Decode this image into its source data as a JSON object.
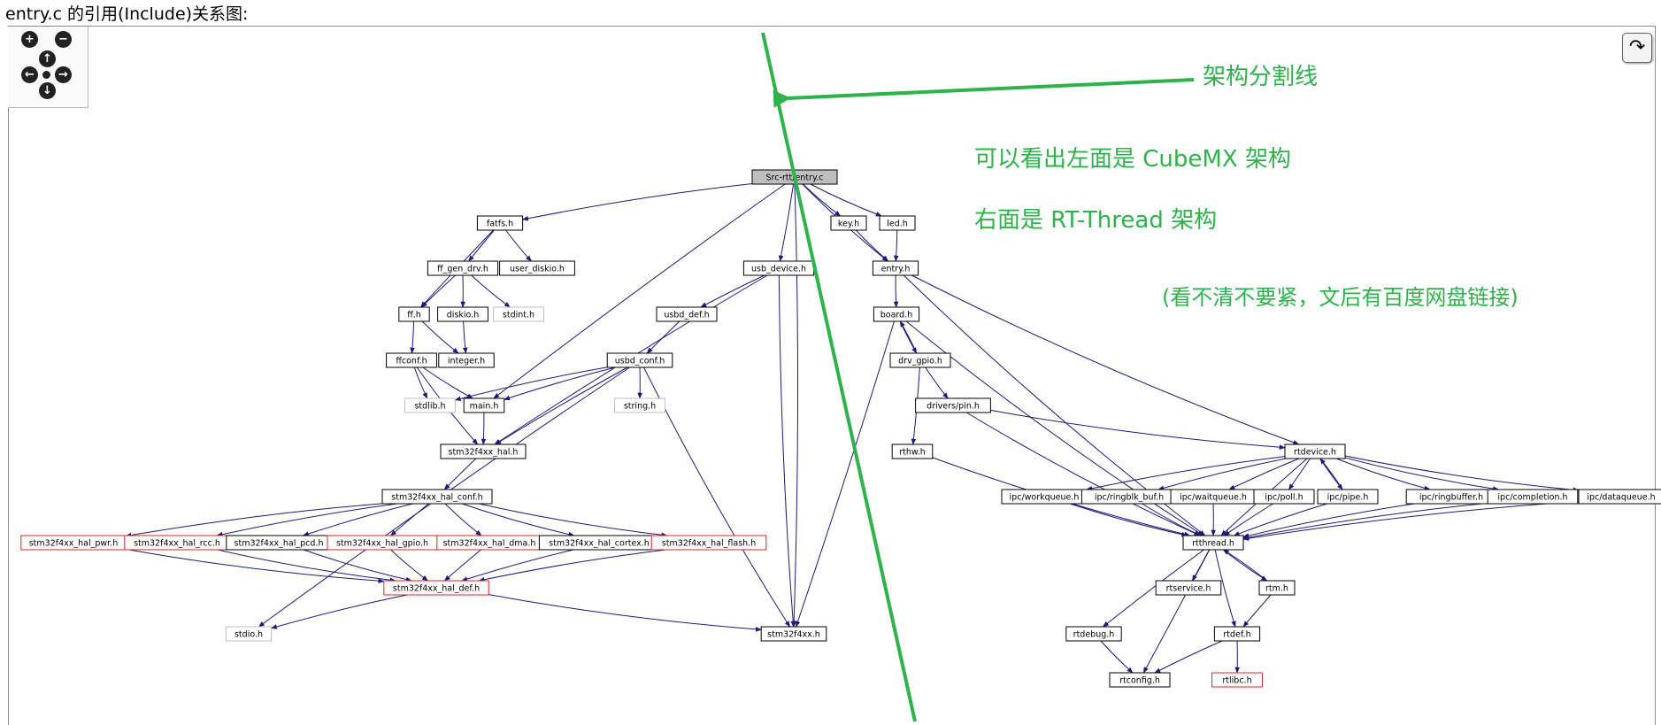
{
  "heading": "entry.c 的引用(Include)关系图:",
  "controls": {
    "zoom_in": "+",
    "zoom_out": "−",
    "pan_up": "↑",
    "pan_left": "←",
    "pan_right": "→",
    "pan_down": "↓",
    "expand": "↷"
  },
  "annotations": {
    "divider_label": "架构分割线",
    "left_note": "可以看出左面是 CubeMX 架构",
    "right_note": "右面是 RT-Thread 架构",
    "link_note": "(看不清不要紧，文后有百度网盘链接)"
  },
  "colors": {
    "edge": "#1c1a7a",
    "annotation": "#2db34a",
    "node_border": "#000000",
    "missing_node_border": "#bfbfbf",
    "highlight_node_border": "#e02020",
    "root_fill": "#bfbfbf"
  },
  "nodes": [
    {
      "id": "entry_c",
      "label": "Src-rtt/entry.c",
      "style": "root"
    },
    {
      "id": "fatfs",
      "label": "fatfs.h",
      "style": "normal"
    },
    {
      "id": "key",
      "label": "key.h",
      "style": "normal"
    },
    {
      "id": "led",
      "label": "led.h",
      "style": "normal"
    },
    {
      "id": "ff_gen_drv",
      "label": "ff_gen_drv.h",
      "style": "normal"
    },
    {
      "id": "user_diskio",
      "label": "user_diskio.h",
      "style": "normal"
    },
    {
      "id": "usb_device",
      "label": "usb_device.h",
      "style": "normal"
    },
    {
      "id": "entry_h",
      "label": "entry.h",
      "style": "normal"
    },
    {
      "id": "ff",
      "label": "ff.h",
      "style": "normal"
    },
    {
      "id": "diskio",
      "label": "diskio.h",
      "style": "normal"
    },
    {
      "id": "stdint",
      "label": "stdint.h",
      "style": "missing"
    },
    {
      "id": "usbd_def",
      "label": "usbd_def.h",
      "style": "normal"
    },
    {
      "id": "board",
      "label": "board.h",
      "style": "normal"
    },
    {
      "id": "ffconf",
      "label": "ffconf.h",
      "style": "normal"
    },
    {
      "id": "integer",
      "label": "integer.h",
      "style": "normal"
    },
    {
      "id": "usbd_conf",
      "label": "usbd_conf.h",
      "style": "normal"
    },
    {
      "id": "drv_gpio",
      "label": "drv_gpio.h",
      "style": "normal"
    },
    {
      "id": "stdlib",
      "label": "stdlib.h",
      "style": "missing"
    },
    {
      "id": "main",
      "label": "main.h",
      "style": "normal"
    },
    {
      "id": "string",
      "label": "string.h",
      "style": "missing"
    },
    {
      "id": "drivers_pin",
      "label": "drivers/pin.h",
      "style": "normal"
    },
    {
      "id": "hal",
      "label": "stm32f4xx_hal.h",
      "style": "normal"
    },
    {
      "id": "rthw",
      "label": "rthw.h",
      "style": "normal"
    },
    {
      "id": "rtdevice",
      "label": "rtdevice.h",
      "style": "normal"
    },
    {
      "id": "hal_conf",
      "label": "stm32f4xx_hal_conf.h",
      "style": "normal"
    },
    {
      "id": "ipc_workqueue",
      "label": "ipc/workqueue.h",
      "style": "normal"
    },
    {
      "id": "ipc_ringblk",
      "label": "ipc/ringblk_buf.h",
      "style": "normal"
    },
    {
      "id": "ipc_waitqueue",
      "label": "ipc/waitqueue.h",
      "style": "normal"
    },
    {
      "id": "ipc_poll",
      "label": "ipc/poll.h",
      "style": "normal"
    },
    {
      "id": "ipc_pipe",
      "label": "ipc/pipe.h",
      "style": "normal"
    },
    {
      "id": "ipc_ringbuffer",
      "label": "ipc/ringbuffer.h",
      "style": "normal"
    },
    {
      "id": "ipc_completion",
      "label": "ipc/completion.h",
      "style": "normal"
    },
    {
      "id": "ipc_dataqueue",
      "label": "ipc/dataqueue.h",
      "style": "normal"
    },
    {
      "id": "hal_pwr",
      "label": "stm32f4xx_hal_pwr.h",
      "style": "highlight"
    },
    {
      "id": "hal_rcc",
      "label": "stm32f4xx_hal_rcc.h",
      "style": "highlight"
    },
    {
      "id": "hal_pcd",
      "label": "stm32f4xx_hal_pcd.h",
      "style": "normal"
    },
    {
      "id": "hal_gpio",
      "label": "stm32f4xx_hal_gpio.h",
      "style": "highlight"
    },
    {
      "id": "hal_dma",
      "label": "stm32f4xx_hal_dma.h",
      "style": "highlight"
    },
    {
      "id": "hal_cortex",
      "label": "stm32f4xx_hal_cortex.h",
      "style": "normal"
    },
    {
      "id": "hal_flash",
      "label": "stm32f4xx_hal_flash.h",
      "style": "highlight"
    },
    {
      "id": "rtthread",
      "label": "rtthread.h",
      "style": "normal"
    },
    {
      "id": "hal_def",
      "label": "stm32f4xx_hal_def.h",
      "style": "highlight"
    },
    {
      "id": "rtservice",
      "label": "rtservice.h",
      "style": "normal"
    },
    {
      "id": "rtm",
      "label": "rtm.h",
      "style": "normal"
    },
    {
      "id": "stdio",
      "label": "stdio.h",
      "style": "missing"
    },
    {
      "id": "stm32f4xx",
      "label": "stm32f4xx.h",
      "style": "normal"
    },
    {
      "id": "rtdebug",
      "label": "rtdebug.h",
      "style": "normal"
    },
    {
      "id": "rtdef",
      "label": "rtdef.h",
      "style": "normal"
    },
    {
      "id": "rtconfig",
      "label": "rtconfig.h",
      "style": "normal"
    },
    {
      "id": "rtlibc",
      "label": "rtlibc.h",
      "style": "highlight"
    }
  ],
  "edges": [
    [
      "entry_c",
      "fatfs"
    ],
    [
      "entry_c",
      "key"
    ],
    [
      "entry_c",
      "led"
    ],
    [
      "entry_c",
      "usb_device"
    ],
    [
      "entry_c",
      "entry_h"
    ],
    [
      "entry_c",
      "main"
    ],
    [
      "entry_c",
      "stm32f4xx"
    ],
    [
      "fatfs",
      "ff_gen_drv"
    ],
    [
      "fatfs",
      "user_diskio"
    ],
    [
      "fatfs",
      "ff"
    ],
    [
      "ff_gen_drv",
      "ff"
    ],
    [
      "ff_gen_drv",
      "diskio"
    ],
    [
      "ff_gen_drv",
      "stdint"
    ],
    [
      "ff",
      "ffconf"
    ],
    [
      "ff",
      "integer"
    ],
    [
      "diskio",
      "integer"
    ],
    [
      "ffconf",
      "stdlib"
    ],
    [
      "ffconf",
      "main"
    ],
    [
      "ffconf",
      "hal"
    ],
    [
      "usb_device",
      "usbd_def"
    ],
    [
      "usb_device",
      "hal"
    ],
    [
      "usb_device",
      "stm32f4xx"
    ],
    [
      "usbd_def",
      "usbd_conf"
    ],
    [
      "usbd_conf",
      "stdlib"
    ],
    [
      "usbd_conf",
      "main"
    ],
    [
      "usbd_conf",
      "string"
    ],
    [
      "usbd_conf",
      "hal"
    ],
    [
      "usbd_conf",
      "stm32f4xx"
    ],
    [
      "usbd_conf",
      "stdio"
    ],
    [
      "main",
      "hal"
    ],
    [
      "hal",
      "hal_conf"
    ],
    [
      "hal_conf",
      "hal_pwr"
    ],
    [
      "hal_conf",
      "hal_rcc"
    ],
    [
      "hal_conf",
      "hal_pcd"
    ],
    [
      "hal_conf",
      "hal_gpio"
    ],
    [
      "hal_conf",
      "hal_dma"
    ],
    [
      "hal_conf",
      "hal_cortex"
    ],
    [
      "hal_conf",
      "hal_flash"
    ],
    [
      "hal_pwr",
      "hal_def"
    ],
    [
      "hal_rcc",
      "hal_def"
    ],
    [
      "hal_pcd",
      "hal_def"
    ],
    [
      "hal_gpio",
      "hal_def"
    ],
    [
      "hal_dma",
      "hal_def"
    ],
    [
      "hal_cortex",
      "hal_def"
    ],
    [
      "hal_flash",
      "hal_def"
    ],
    [
      "hal_def",
      "stdio"
    ],
    [
      "hal_def",
      "stm32f4xx"
    ],
    [
      "key",
      "entry_h"
    ],
    [
      "led",
      "entry_h"
    ],
    [
      "entry_h",
      "board"
    ],
    [
      "entry_h",
      "rtdevice"
    ],
    [
      "entry_h",
      "rtthread"
    ],
    [
      "board",
      "drv_gpio"
    ],
    [
      "board",
      "rtthread"
    ],
    [
      "board",
      "stm32f4xx"
    ],
    [
      "drv_gpio",
      "board"
    ],
    [
      "drv_gpio",
      "drivers_pin"
    ],
    [
      "drv_gpio",
      "rthw"
    ],
    [
      "drivers_pin",
      "rtdevice"
    ],
    [
      "drivers_pin",
      "rtthread"
    ],
    [
      "rthw",
      "rtthread"
    ],
    [
      "rtdevice",
      "ipc_workqueue"
    ],
    [
      "rtdevice",
      "ipc_ringblk"
    ],
    [
      "rtdevice",
      "ipc_waitqueue"
    ],
    [
      "rtdevice",
      "ipc_poll"
    ],
    [
      "rtdevice",
      "ipc_pipe"
    ],
    [
      "rtdevice",
      "ipc_ringbuffer"
    ],
    [
      "rtdevice",
      "ipc_completion"
    ],
    [
      "rtdevice",
      "ipc_dataqueue"
    ],
    [
      "rtdevice",
      "rtthread"
    ],
    [
      "ipc_pipe",
      "rtdevice"
    ],
    [
      "ipc_workqueue",
      "rtthread"
    ],
    [
      "ipc_ringblk",
      "rtthread"
    ],
    [
      "ipc_waitqueue",
      "rtthread"
    ],
    [
      "ipc_poll",
      "rtthread"
    ],
    [
      "ipc_pipe",
      "rtthread"
    ],
    [
      "ipc_ringbuffer",
      "rtthread"
    ],
    [
      "ipc_completion",
      "rtthread"
    ],
    [
      "ipc_dataqueue",
      "rtthread"
    ],
    [
      "rtthread",
      "rtservice"
    ],
    [
      "rtthread",
      "rtm"
    ],
    [
      "rtthread",
      "rtdebug"
    ],
    [
      "rtthread",
      "rtdef"
    ],
    [
      "rtthread",
      "rtconfig"
    ],
    [
      "rtm",
      "rtthread"
    ],
    [
      "rtm",
      "rtdef"
    ],
    [
      "rtdebug",
      "rtconfig"
    ],
    [
      "rtdef",
      "rtconfig"
    ],
    [
      "rtdef",
      "rtlibc"
    ]
  ]
}
